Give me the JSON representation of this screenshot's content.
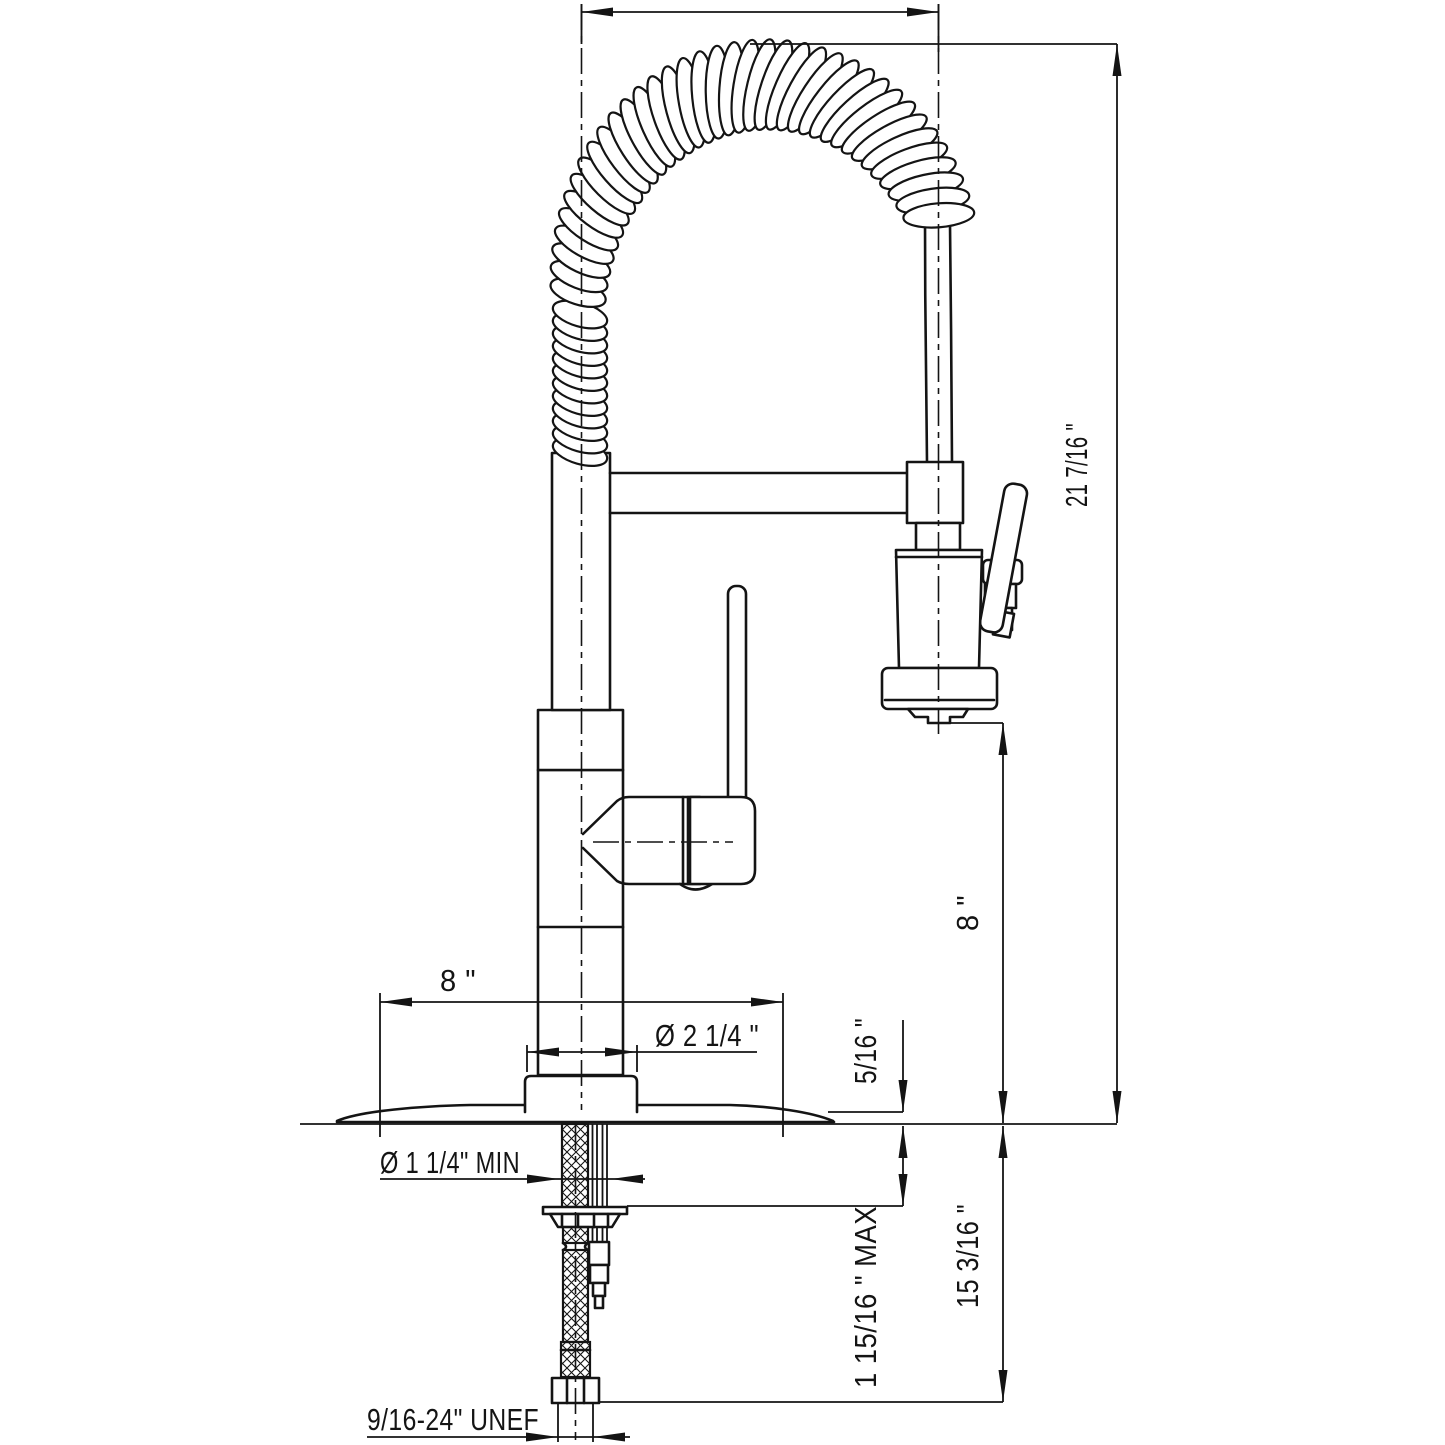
{
  "drawing": {
    "dimensions": {
      "overall_height": "21 7/16 \"",
      "spout_outlet_height": "8 \"",
      "deck_span": "8 \"",
      "base_hub_diameter": "Ø 2 1/4 \"",
      "mounting_hole_min": "Ø 1 1/4\" MIN",
      "base_plate_thickness": "5/16 \"",
      "counter_thickness_max": "1 15/16 \" MAX",
      "supply_hose_drop": "15 3/16 \"",
      "supply_thread": "9/16-24\" UNEF"
    },
    "line_color": "#141414",
    "background_color": "#ffffff"
  }
}
